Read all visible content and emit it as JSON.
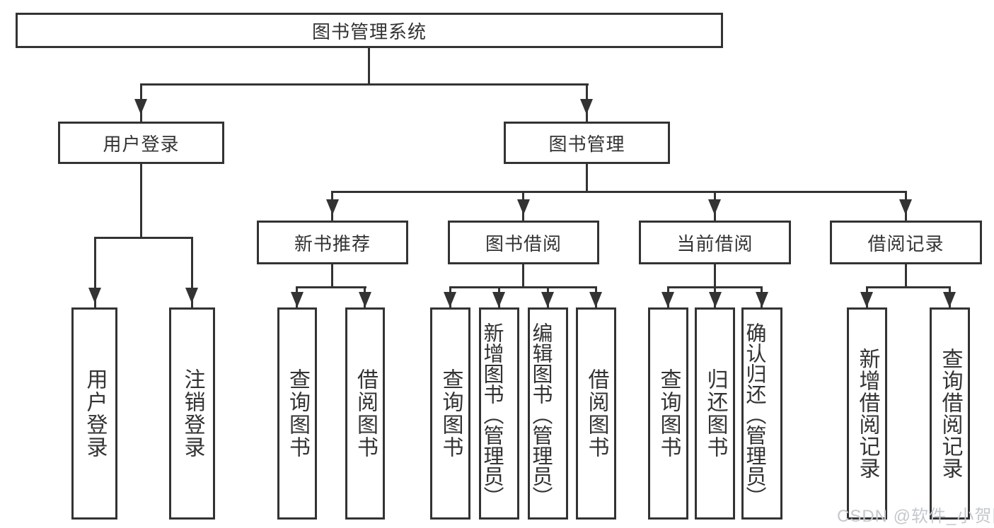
{
  "colors": {
    "line": "#333333",
    "box_border": "#333333",
    "text": "#333333",
    "background": "#ffffff",
    "watermark": "#c4c8cc"
  },
  "watermark": "CSDN @软件_小贺同学",
  "nodes": {
    "root": "图书管理系统",
    "level2": {
      "user_login": "用户登录",
      "book_management": "图书管理"
    },
    "level3": {
      "new_book_recommend": "新书推荐",
      "book_borrow": "图书借阅",
      "current_borrow": "当前借阅",
      "borrow_record": "借阅记录"
    },
    "leaves": {
      "user_login_login": "用户登录",
      "user_login_logout": "注销登录",
      "recommend_query": "查询图书",
      "recommend_borrow": "借阅图书",
      "borrow_query": "查询图书",
      "borrow_add": "新增图书（管理员）",
      "borrow_edit": "编辑图书（管理员）",
      "borrow_borrow": "借阅图书",
      "current_query": "查询图书",
      "current_return": "归还图书",
      "current_confirm": "确认归还（管理员）",
      "record_add": "新增借阅记录",
      "record_query": "查询借阅记录"
    }
  }
}
